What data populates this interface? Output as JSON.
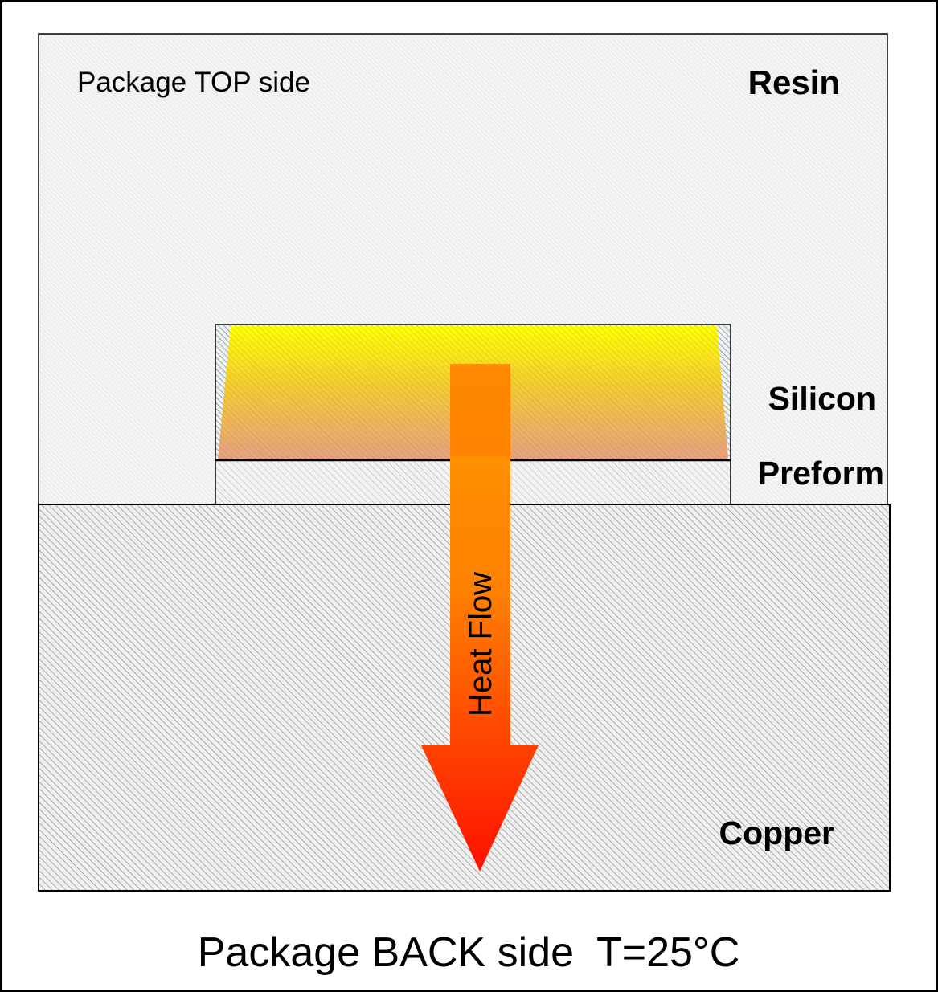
{
  "labels": {
    "top_side": "Package TOP side",
    "resin": "Resin",
    "silicon": "Silicon",
    "preform": "Preform",
    "copper": "Copper",
    "heat_flow": "Heat Flow",
    "back_side": "Package BACK side  T=25°C"
  },
  "colors": {
    "frame": "#000000",
    "resin_fill": "#f3f3f3",
    "copper_fill": "#d9d9d9",
    "preform_fill": "#e8e8e8",
    "hatch_line": "#8a8a8a",
    "silicon_top": "#ffff00",
    "silicon_bottom": "#e8a080",
    "arrow_top": "#ff9a00",
    "arrow_bottom": "#ff1000"
  }
}
